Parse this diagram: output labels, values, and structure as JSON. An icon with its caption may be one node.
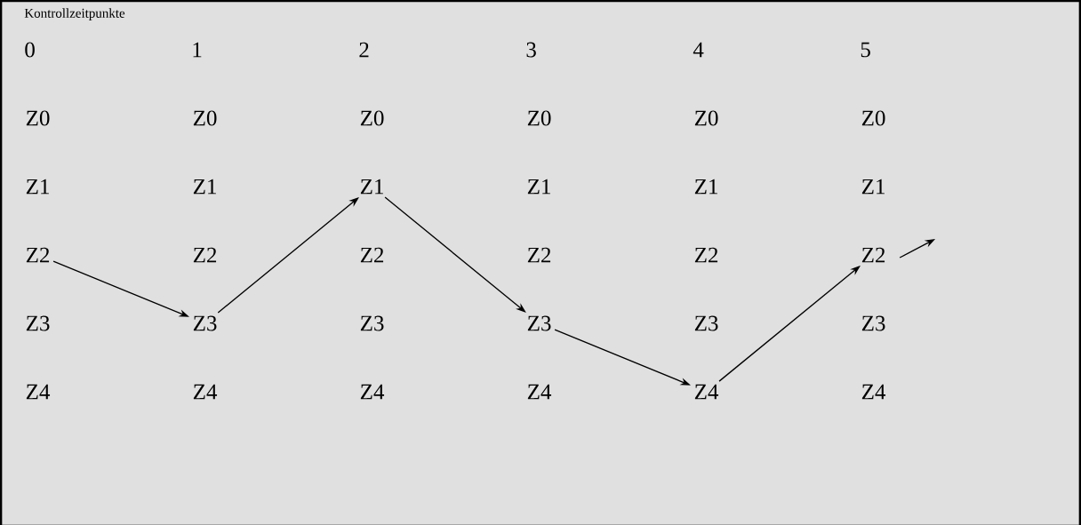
{
  "diagram": {
    "title": "Kontrollzeitpunkte",
    "nodes": [
      {
        "text": [
          "Z0"
        ]
      },
      {
        "text": [
          "Z0"
        ]
      },
      {
        "text": [
          "Z0"
        ]
      },
      {
        "text": [
          "Z0"
        ]
      },
      {
        "text": [
          "Z0"
        ]
      },
      {
        "text": [
          "Z0"
        ]
      },
      {
        "text": [
          "Z1"
        ]
      },
      {
        "text": [
          "Z1"
        ]
      },
      {
        "text": [
          "Z1"
        ]
      },
      {
        "text": [
          "Z1"
        ]
      },
      {
        "text": [
          "Z1"
        ]
      },
      {
        "text": [
          "Z1"
        ]
      },
      {
        "text": [
          "Z2"
        ]
      },
      {
        "text": [
          "Z2"
        ]
      },
      {
        "text": [
          "Z2"
        ]
      },
      {
        "text": [
          "Z2"
        ]
      },
      {
        "text": [
          "Z2"
        ]
      },
      {
        "text": [
          "Z2"
        ]
      },
      {
        "text": [
          "Z3"
        ]
      },
      {
        "text": [
          "Z3"
        ]
      },
      {
        "text": [
          "Z3"
        ]
      },
      {
        "text": [
          "Z3"
        ]
      },
      {
        "text": [
          "Z3"
        ]
      },
      {
        "text": [
          "Z3"
        ]
      },
      {
        "text": [
          "Z4"
        ]
      },
      {
        "text": [
          "Z4"
        ]
      },
      {
        "text": [
          "Z4"
        ]
      },
      {
        "text": [
          "Z4"
        ]
      },
      {
        "text": [
          "Z4"
        ]
      },
      {
        "text": [
          "Z4"
        ]
      }
    ],
    "edges": [
      {
        "from": 12,
        "to": 19,
        "arrow": "to"
      },
      {
        "from": 19,
        "to": 8,
        "arrow": "to"
      },
      {
        "from": 8,
        "to": 21,
        "arrow": "to"
      },
      {
        "from": 21,
        "to": 28,
        "arrow": "to"
      },
      {
        "from": 28,
        "to": 17,
        "arrow": "to"
      },
      {
        "from": 17,
        "to": null,
        "arrow": "to"
      }
    ],
    "labels": [
      "0",
      "1",
      "2",
      "3",
      "4",
      "5"
    ]
  }
}
